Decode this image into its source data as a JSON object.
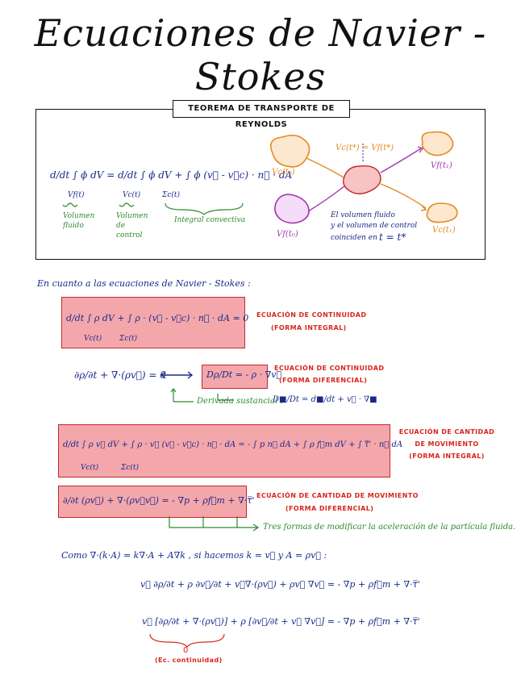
{
  "title": "Ecuaciones de Navier - Stokes",
  "rtt": {
    "box_title": "TEOREMA DE TRANSPORTE DE REYNOLDS",
    "equation": "d/dt ∫ ϕ dV = d/dt ∫ ϕ dV + ∫ ϕ (v⃗ - v⃗c) · n⃗ · dA",
    "sub_vf": "Vf(t)",
    "sub_vc": "Vc(t)",
    "sub_sc": "Σc(t)",
    "label_vf": "Volumen fluido",
    "label_vc": "Volumen de control",
    "label_int": "Integral convectiva",
    "diagram": {
      "vc_t0": "Vc(t₀)",
      "vf_t0": "Vf(t₀)",
      "vf_t1": "Vf(t₁)",
      "vc_t1": "Vc(t₁)",
      "equality": "Vc(t*) = Vf(t*)",
      "note_line1": "El volumen fluido",
      "note_line2": "y el volumen de control",
      "note_line3": "coinciden en",
      "note_time": "t = t*"
    }
  },
  "intro": "En cuanto a las ecuaciones de Navier - Stokes :",
  "continuity_integral": {
    "equation": "d/dt ∫ ρ dV + ∫ ρ · (v⃗ - v⃗c) · n⃗ · dA = 0",
    "sub_vc": "Vc(t)",
    "sub_sc": "Σc(t)",
    "label1": "ECUACIÓN DE CONTINUIDAD",
    "label2": "(FORMA INTEGRAL)"
  },
  "continuity_diff": {
    "left": "∂ρ/∂t + ∇·(ρv⃗) = 0",
    "boxed": "Dρ/Dt = - ρ · ∇v⃗",
    "label1": "ECUACIÓN DE CONTINUIDAD",
    "label2": "(FORMA DIFERENCIAL)",
    "material": "Derivada sustancial :",
    "material_eq": "D■/Dt = d■/dt + v⃗ · ∇■"
  },
  "momentum_integral": {
    "equation": "d/dt ∫ ρ v⃗ dV + ∫ ρ · v⃗ (v⃗ - v⃗c) · n⃗ · dA = - ∫ p n⃗ dA + ∫ ρ f⃗m dV + ∫ τ̿' · n⃗ dA",
    "sub_vc": "Vc(t)",
    "sub_sc": "Σc(t)",
    "label1": "ECUACIÓN DE CANTIDAD",
    "label2": "DE MOVIMIENTO",
    "label3": "(FORMA INTEGRAL)"
  },
  "momentum_diff": {
    "equation": "∂/∂t (ρv⃗) + ∇·(ρv⃗v⃗) = - ∇p + ρf⃗m + ∇·τ̿'",
    "label1": "ECUACIÓN DE CANTIDAD DE MOVIMIENTO",
    "label2": "(FORMA DIFERENCIAL)",
    "note": "Tres formas de modificar la aceleración de la partícula fluida."
  },
  "derivation": {
    "intro": "Como ∇·(k·A) = k∇·A + A∇k , si hacemos k = v⃗ y A = ρv⃗ :",
    "eq1": "v⃗ ∂ρ/∂t + ρ ∂v⃗/∂t + v⃗∇·(ρv⃗) + ρv⃗ ∇v⃗ = - ∇p + ρf⃗m + ∇·τ̿'",
    "eq2": "v⃗ [∂ρ/∂t + ∇·(ρv⃗)] + ρ [∂v⃗/∂t + v⃗ ∇v⃗] = - ∇p + ρf⃗m + ∇·τ̿'",
    "zero": "0",
    "zero_label": "(Ec. continuidad)"
  },
  "colors": {
    "ink": "#1a2a8a",
    "green": "#2e8a2e",
    "red": "#d8261c",
    "pink": "#f4a7ab",
    "orange": "#e6891c",
    "purple": "#a23ab0"
  }
}
